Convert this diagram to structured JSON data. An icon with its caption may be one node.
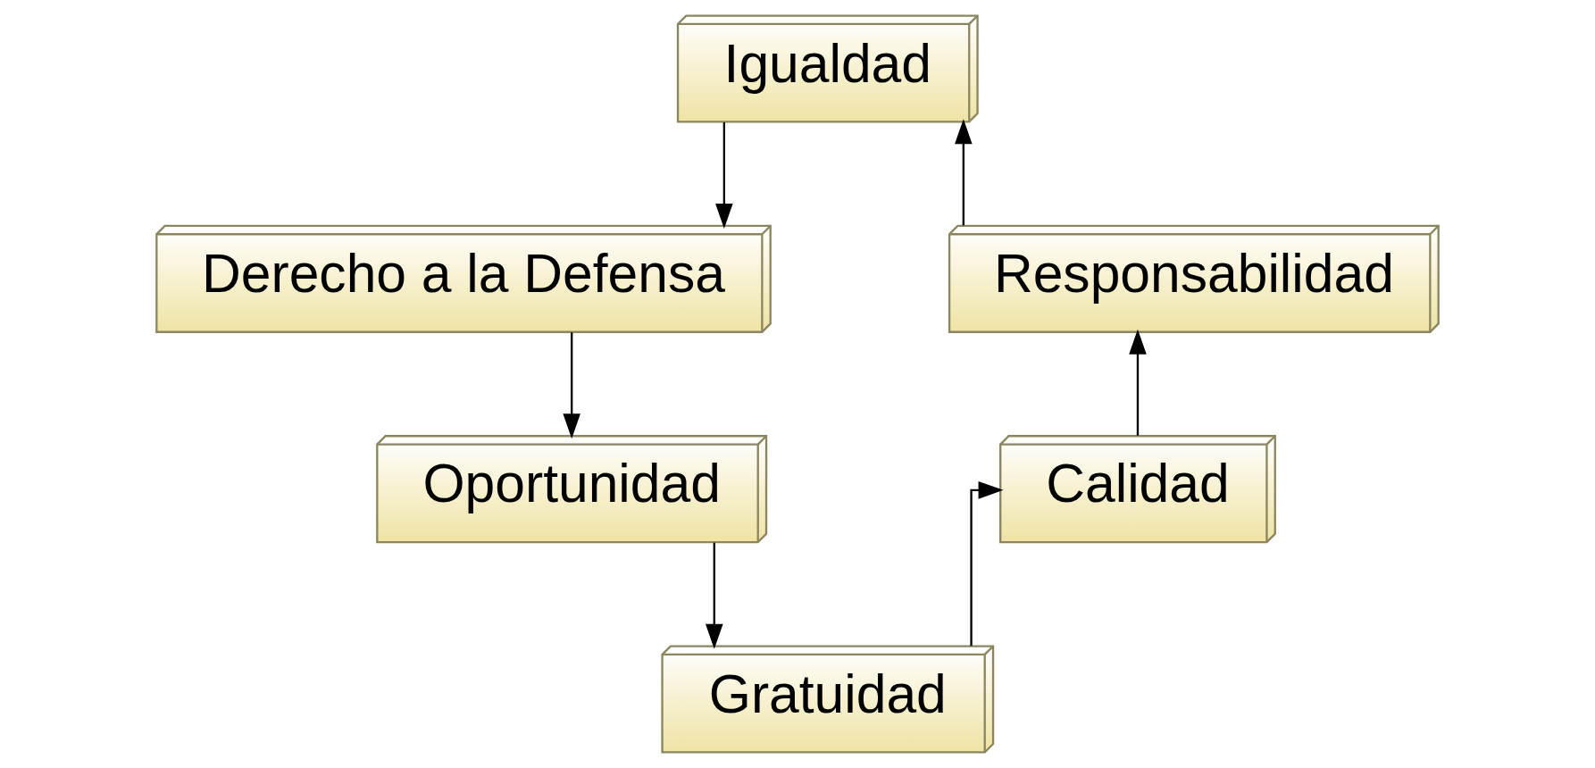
{
  "diagram": {
    "nodes": [
      {
        "text": [
          "Igualdad"
        ]
      },
      {
        "text": [
          "Derecho a la Defensa"
        ]
      },
      {
        "text": [
          "Oportunidad"
        ]
      },
      {
        "text": [
          "Gratuidad"
        ]
      },
      {
        "text": [
          "Calidad"
        ]
      },
      {
        "text": [
          "Responsabilidad"
        ]
      }
    ],
    "edges": [
      {
        "from": 0,
        "to": 1,
        "arrow": "to"
      },
      {
        "from": 1,
        "to": 2,
        "arrow": "to"
      },
      {
        "from": 2,
        "to": 3,
        "arrow": "to"
      },
      {
        "from": 3,
        "to": 4,
        "arrow": "to"
      },
      {
        "from": 4,
        "to": 5,
        "arrow": "to"
      },
      {
        "from": 5,
        "to": 0,
        "arrow": "to"
      }
    ]
  }
}
